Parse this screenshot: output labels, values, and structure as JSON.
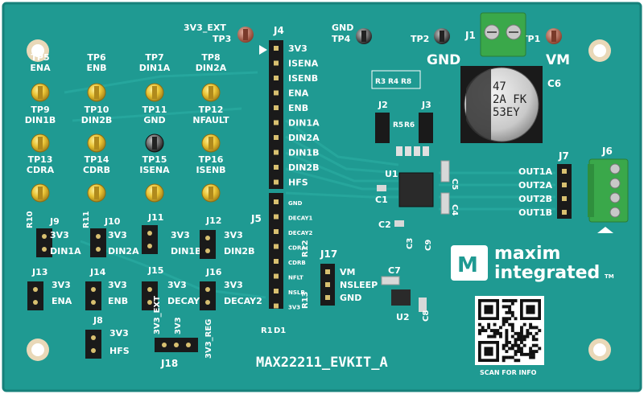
{
  "board_name": "MAX22211_EVKIT_A",
  "scan_label": "SCAN FOR INFO",
  "logo": {
    "line1": "maxim",
    "line2": "integrated",
    "tm": "TM"
  },
  "colors": {
    "pcb": "#1f9a92",
    "pcb_dark": "#17807a",
    "trace": "#2fb3a8",
    "silk": "#ffffff",
    "header": "#1a1a1a",
    "gold": "#e8c233",
    "terminal": "#3aa84a"
  },
  "testpoints": [
    {
      "id": "tp5",
      "name": "TP5",
      "label": "ENA"
    },
    {
      "id": "tp6",
      "name": "TP6",
      "label": "ENB"
    },
    {
      "id": "tp7",
      "name": "TP7",
      "label": "DIN1A"
    },
    {
      "id": "tp8",
      "name": "TP8",
      "label": "DIN2A"
    },
    {
      "id": "tp9",
      "name": "TP9",
      "label": "DIN1B"
    },
    {
      "id": "tp10",
      "name": "TP10",
      "label": "DIN2B"
    },
    {
      "id": "tp11",
      "name": "TP11",
      "label": "GND"
    },
    {
      "id": "tp12",
      "name": "TP12",
      "label": "NFAULT"
    },
    {
      "id": "tp13",
      "name": "TP13",
      "label": "CDRA"
    },
    {
      "id": "tp14",
      "name": "TP14",
      "label": "CDRB"
    },
    {
      "id": "tp15",
      "name": "TP15",
      "label": "ISENA"
    },
    {
      "id": "tp16",
      "name": "TP16",
      "label": "ISENB"
    }
  ],
  "top_testpoints": {
    "tp3": {
      "name": "TP3",
      "label": "3V3_EXT"
    },
    "tp4": {
      "name": "TP4",
      "label": "GND"
    },
    "tp2": {
      "name": "TP2",
      "label": "GND"
    },
    "tp1": {
      "name": "TP1",
      "label": "VM"
    }
  },
  "j4": {
    "name": "J4",
    "pins": [
      "3V3",
      "ISENA",
      "ISENB",
      "ENA",
      "ENB",
      "DIN1A",
      "DIN2A",
      "DIN1B",
      "DIN2B",
      "HFS"
    ]
  },
  "j5": {
    "name": "J5",
    "pins": [
      "GND",
      "DECAY1",
      "DECAY2",
      "CDRA",
      "CDRB",
      "NFLT",
      "NSLP",
      "3V3"
    ]
  },
  "j7": {
    "name": "J7",
    "pins": [
      "OUT1A",
      "OUT2A",
      "OUT2B",
      "OUT1B"
    ]
  },
  "j17": {
    "name": "J17",
    "pins": [
      "VM",
      "NSLEEP",
      "GND"
    ]
  },
  "jumpers": {
    "j9": {
      "name": "J9",
      "top": "3V3",
      "bottom": "DIN1A"
    },
    "j10": {
      "name": "J10",
      "top": "3V3",
      "bottom": "DIN2A"
    },
    "j11": {
      "name": "J11",
      "top": "3V3",
      "bottom": "DIN1B"
    },
    "j12": {
      "name": "J12",
      "top": "3V3",
      "bottom": "DIN2B"
    },
    "j13": {
      "name": "J13",
      "top": "3V3",
      "bottom": "ENA"
    },
    "j14": {
      "name": "J14",
      "top": "3V3",
      "bottom": "ENB"
    },
    "j15": {
      "name": "J15",
      "top": "3V3",
      "bottom": "DECAY1"
    },
    "j16": {
      "name": "J16",
      "top": "3V3",
      "bottom": "DECAY2"
    },
    "j8": {
      "name": "J8",
      "top": "3V3",
      "bottom": "HFS"
    },
    "j18": {
      "name": "J18",
      "left": "3V3_EXT",
      "mid": "3V3",
      "right": "3V3_REG"
    }
  },
  "cap_c6": {
    "name": "C6",
    "line1": "47",
    "line2": "2A FK",
    "line3": "53EY"
  },
  "refdes": {
    "j1": "J1",
    "j2": "J2",
    "j3": "J3",
    "j6": "J6",
    "u1": "U1",
    "u2": "U2",
    "c1": "C1",
    "c2": "C2",
    "c3": "C3",
    "c4": "C4",
    "c5": "C5",
    "c7": "C7",
    "c8": "C8",
    "c9": "C9",
    "r1": "R1",
    "d1": "D1",
    "r10": "R10",
    "r11": "R11",
    "r12": "R12",
    "r13": "R13",
    "r3": "R3",
    "r4": "R4",
    "r5": "R5",
    "r6": "R6",
    "r8": "R8"
  }
}
